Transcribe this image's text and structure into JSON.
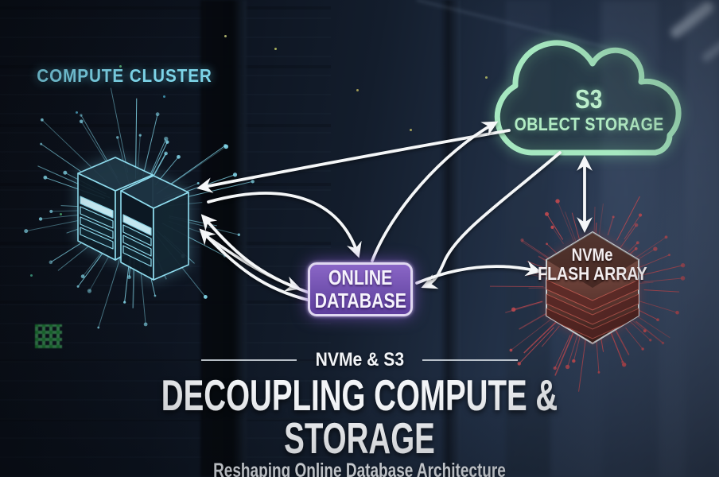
{
  "nodes": {
    "compute_cluster": {
      "label": "COMPUTE CLUSTER",
      "accent": "#7dd4e8",
      "burst": "#86dcef"
    },
    "s3": {
      "title": "S3",
      "subtitle": "OBLECT STORAGE",
      "accent": "#a6e8c0"
    },
    "online_database": {
      "line1": "ONLINE",
      "line2": "DATABASE",
      "fill": "#7050ae"
    },
    "nvme_flash_array": {
      "line1": "NVMe",
      "line2": "FLASH ARRAY",
      "accent": "#c4494f",
      "burst": "#c4494f"
    }
  },
  "footer": {
    "kicker": "NVMe & S3",
    "title": "DECOUPLING COMPUTE & STORAGE",
    "subtitle": "Reshaping Online Database Architecture"
  }
}
